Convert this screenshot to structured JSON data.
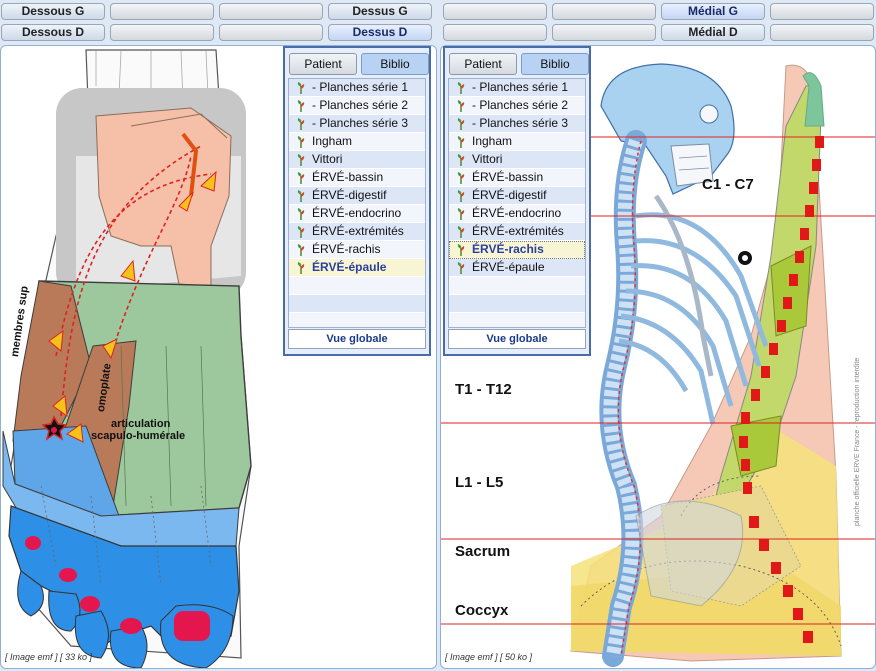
{
  "toolbar": {
    "left": {
      "row1": [
        "Dessous G",
        "",
        "",
        "Dessus G"
      ],
      "row2": [
        "Dessous D",
        "",
        "",
        "Dessus D"
      ]
    },
    "right": {
      "row1": [
        "",
        "",
        "Médial G",
        ""
      ],
      "row2": [
        "",
        "",
        "Médial D",
        ""
      ]
    }
  },
  "left_panel": {
    "caption": "[ Image emf ]  [ 33 ko ]",
    "labels": {
      "membres_sup": "membres sup",
      "omoplate": "omoplate",
      "articulation_line1": "articulation",
      "articulation_line2": "scapulo-humérale"
    },
    "nav": {
      "tabs": [
        "Patient",
        "Biblio"
      ],
      "selected_tab": "Biblio",
      "items": [
        "- Planches série 1",
        "- Planches série 2",
        "- Planches série 3",
        "Ingham",
        "Vittori",
        "ÉRVÉ-bassin",
        "ÉRVÉ-digestif",
        "ÉRVÉ-endocrino",
        "ÉRVÉ-extrémités",
        "ÉRVÉ-rachis",
        "ÉRVÉ-épaule"
      ],
      "active_item": "ÉRVÉ-épaule",
      "button": "Vue globale"
    }
  },
  "right_panel": {
    "caption": "[ Image emf ]  [ 50 ko ]",
    "labels": {
      "cervical": "C1 - C7",
      "thoracic": "T1 - T12",
      "lumbar": "L1 - L5",
      "sacrum": "Sacrum",
      "coccyx": "Coccyx"
    },
    "watermark": "planche officielle ERVE France - reproduction interdite",
    "nav": {
      "tabs": [
        "Patient",
        "Biblio"
      ],
      "selected_tab": "Biblio",
      "items": [
        "- Planches série 1",
        "- Planches série 2",
        "- Planches série 3",
        "Ingham",
        "Vittori",
        "ÉRVÉ-bassin",
        "ÉRVÉ-digestif",
        "ÉRVÉ-endocrino",
        "ÉRVÉ-extrémités",
        "ÉRVÉ-rachis",
        "ÉRVÉ-épaule"
      ],
      "active_item": "ÉRVÉ-rachis",
      "button": "Vue globale"
    }
  }
}
